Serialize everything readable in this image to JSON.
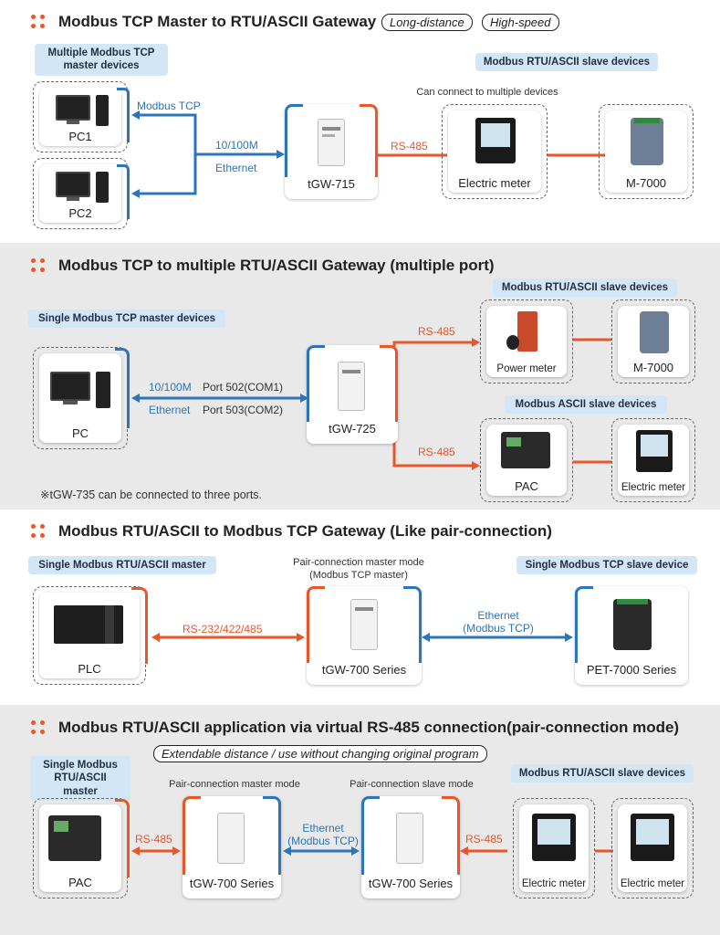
{
  "colors": {
    "blue": "#2d74b8",
    "orange": "#e8572a",
    "tag_bg": "#d2e6f5",
    "panel_gray": "#e9e9ea"
  },
  "sec1": {
    "title": "Modbus TCP Master to RTU/ASCII Gateway",
    "pills": [
      "Long-distance",
      "High-speed"
    ],
    "master_tag": "Multiple Modbus TCP\nmaster devices",
    "slave_tag": "Modbus RTU/ASCII slave devices",
    "multi_note": "Can connect to multiple devices",
    "pc1": "PC1",
    "pc2": "PC2",
    "modbus_tcp": "Modbus TCP",
    "ethernet_1": "10/100M",
    "ethernet_2": "Ethernet",
    "gateway": "tGW-715",
    "rs485": "RS-485",
    "meter": "Electric meter",
    "m7000": "M-7000"
  },
  "sec2": {
    "title": "Modbus TCP to multiple RTU/ASCII Gateway (multiple port)",
    "master_tag": "Single Modbus TCP master devices",
    "slave_tag_1": "Modbus RTU/ASCII slave devices",
    "slave_tag_2": "Modbus ASCII slave devices",
    "pc": "PC",
    "eth_1": "10/100M",
    "eth_2": "Ethernet",
    "port_1": "Port 502(COM1)",
    "port_2": "Port 503(COM2)",
    "gateway": "tGW-725",
    "rs485_1": "RS-485",
    "rs485_2": "RS-485",
    "power_meter": "Power meter",
    "m7000": "M-7000",
    "pac": "PAC",
    "meter": "Electric meter",
    "footnote": "※tGW-735 can be connected to three ports."
  },
  "sec3": {
    "title": "Modbus RTU/ASCII to Modbus TCP Gateway (Like pair-connection)",
    "master_tag": "Single Modbus RTU/ASCII master",
    "slave_tag": "Single Modbus TCP slave device",
    "mode_note": "Pair-connection master mode\n(Modbus TCP master)",
    "plc": "PLC",
    "rs_link": "RS-232/422/485",
    "gateway": "tGW-700 Series",
    "eth_1": "Ethernet",
    "eth_2": "(Modbus TCP)",
    "pet": "PET-7000 Series"
  },
  "sec4": {
    "title": "Modbus RTU/ASCII application via virtual RS-485 connection(pair-connection mode)",
    "pill": "Extendable distance / use without changing original program",
    "master_tag": "Single Modbus\nRTU/ASCII master",
    "slave_tag": "Modbus RTU/ASCII slave devices",
    "master_mode": "Pair-connection master mode",
    "slave_mode": "Pair-connection slave mode",
    "pac": "PAC",
    "rs485_1": "RS-485",
    "gw_master": "tGW-700 Series",
    "eth_1": "Ethernet",
    "eth_2": "(Modbus TCP)",
    "gw_slave": "tGW-700 Series",
    "rs485_2": "RS-485",
    "meter_1": "Electric meter",
    "meter_2": "Electric meter"
  }
}
